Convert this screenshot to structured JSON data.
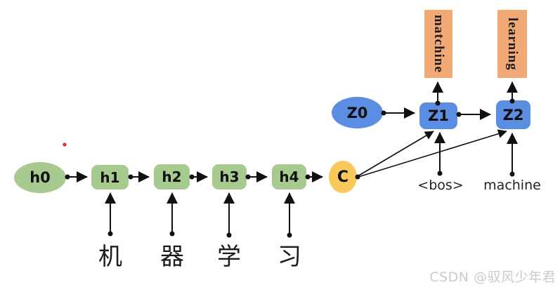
{
  "diagram_type": "seq2seq-encoder-decoder",
  "colors": {
    "encoder_node_green": "#a7ca8e",
    "context_node_yellow": "#f9c95c",
    "decoder_node_blue": "#5b8de3",
    "output_box_orange": "#f1aa76",
    "line_black": "#111111",
    "red_marker": "#e8291c",
    "watermark_gray": "#cbcbcb"
  },
  "encoder": {
    "initial_state": "h0",
    "states": [
      "h1",
      "h2",
      "h3",
      "h4"
    ],
    "inputs": [
      "机",
      "器",
      "学",
      "习"
    ],
    "context": "C"
  },
  "decoder": {
    "initial_state": "Z0",
    "states": [
      "Z1",
      "Z2"
    ],
    "inputs": [
      "<bos>",
      "machine"
    ],
    "outputs": [
      "matchine",
      "learning"
    ]
  },
  "watermark": "CSDN @驭风少年君"
}
